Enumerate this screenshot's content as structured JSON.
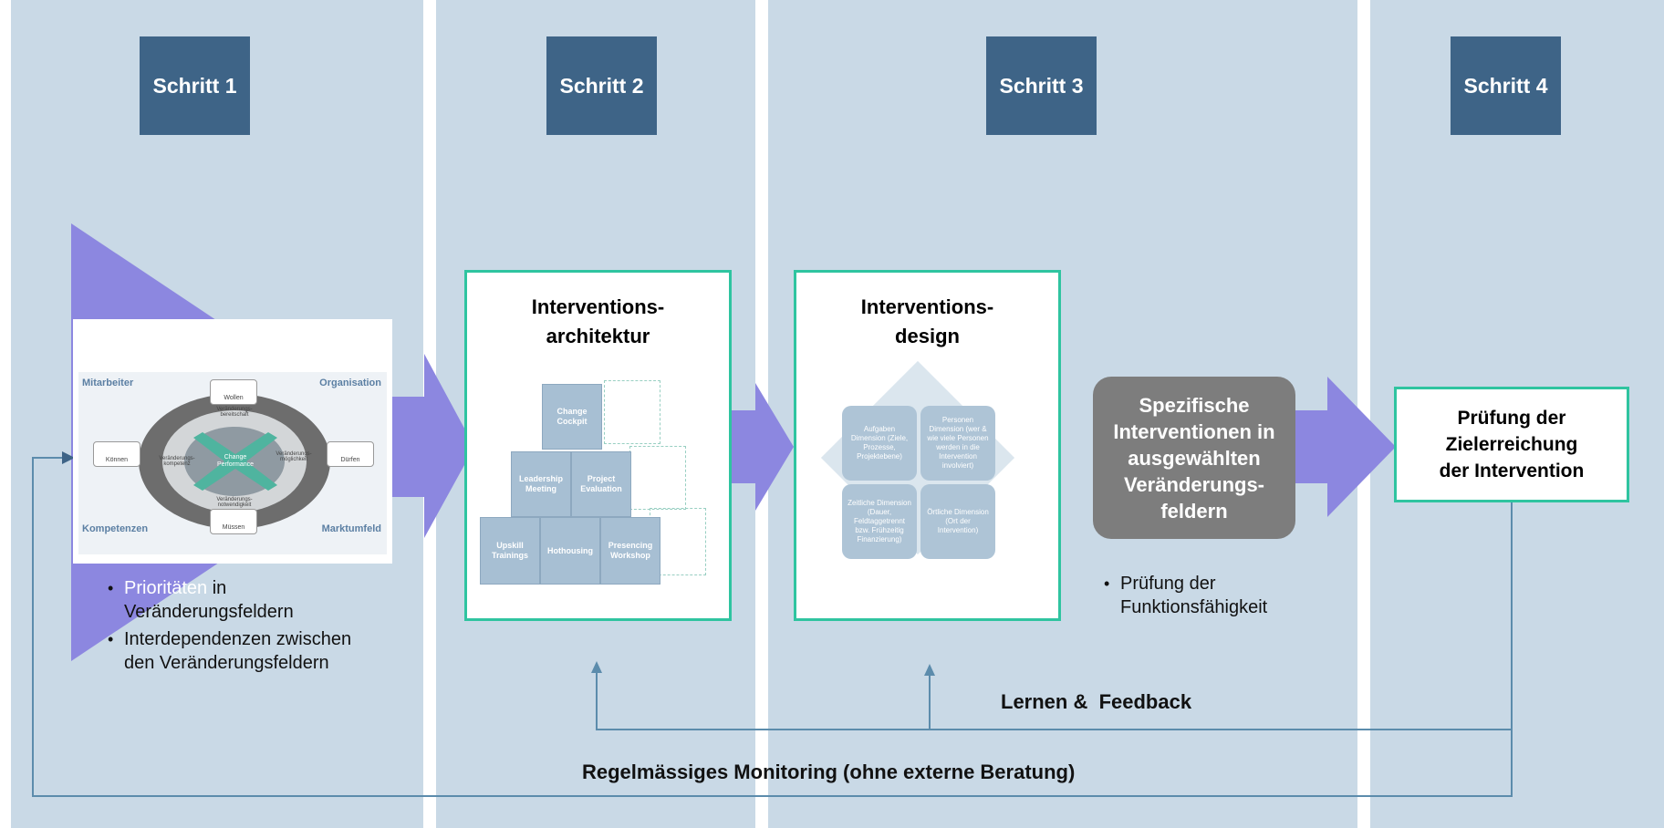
{
  "steps": [
    {
      "label": "Schritt 1"
    },
    {
      "label": "Schritt 2"
    },
    {
      "label": "Schritt 3"
    },
    {
      "label": "Schritt 4"
    }
  ],
  "step1": {
    "image_labels": {
      "top_left": "Mitarbeiter",
      "top_right": "Organisation",
      "bottom_left": "Kompetenzen",
      "bottom_right": "Marktumfeld",
      "center": "Change Performance",
      "gauge_top": "Wollen",
      "gauge_left": "Können",
      "gauge_right": "Dürfen",
      "gauge_bottom": "Müssen",
      "ring_top": "Veränderungs-bereitschaft",
      "ring_left": "Veränderungs-kompetenz",
      "ring_right": "Veränderungs-möglichkeit",
      "ring_bottom": "Veränderungs-notwendigkeit"
    },
    "bullet1_highlight": "Prioritäten",
    "bullet1_rest": " in Veränderungsfeldern",
    "bullet2": "Interdependenzen zwischen den Veränderungsfeldern"
  },
  "step2": {
    "title_line1": "Interventions-",
    "title_line2": "architektur",
    "cubes": {
      "top": "Change Cockpit",
      "mid_left": "Leadership Meeting",
      "mid_right": "Project Evaluation",
      "bot_left": "Upskill Trainings",
      "bot_mid": "Hothousing",
      "bot_right": "Presencing Workshop"
    }
  },
  "step3": {
    "title_line1": "Interventions-",
    "title_line2": "design",
    "quads": {
      "tl": "Aufgaben Dimension (Ziele, Prozesse, Projektebene)",
      "tr": "Personen Dimension (wer & wie viele Personen werden in die Intervention involviert)",
      "bl": "Zeitliche Dimension (Dauer, Feldtaggetrennt bzw. Frühzeitig Finanzierung)",
      "br": "Örtliche Dimension (Ort der Intervention)"
    },
    "grey_box": "Spezifische Interventionen in ausgewählten Veränderungs-feldern",
    "bullet_line1": "Prüfung der",
    "bullet_line2": "Funktionsfähigkeit"
  },
  "step4": {
    "box_line1": "Prüfung der",
    "box_line2": "Zielerreichung",
    "box_line3": "der Intervention"
  },
  "feedback_label": "Lernen &  Feedback",
  "monitoring_label": "Regelmässiges Monitoring (ohne externe Beratung)",
  "colors": {
    "column_bg": "#c9d9e6",
    "step_header": "#3e6487",
    "box_border": "#2fc4a0",
    "arrow": "#8c87e0",
    "grey_box": "#7d7d7d",
    "line": "#5c8cac"
  }
}
